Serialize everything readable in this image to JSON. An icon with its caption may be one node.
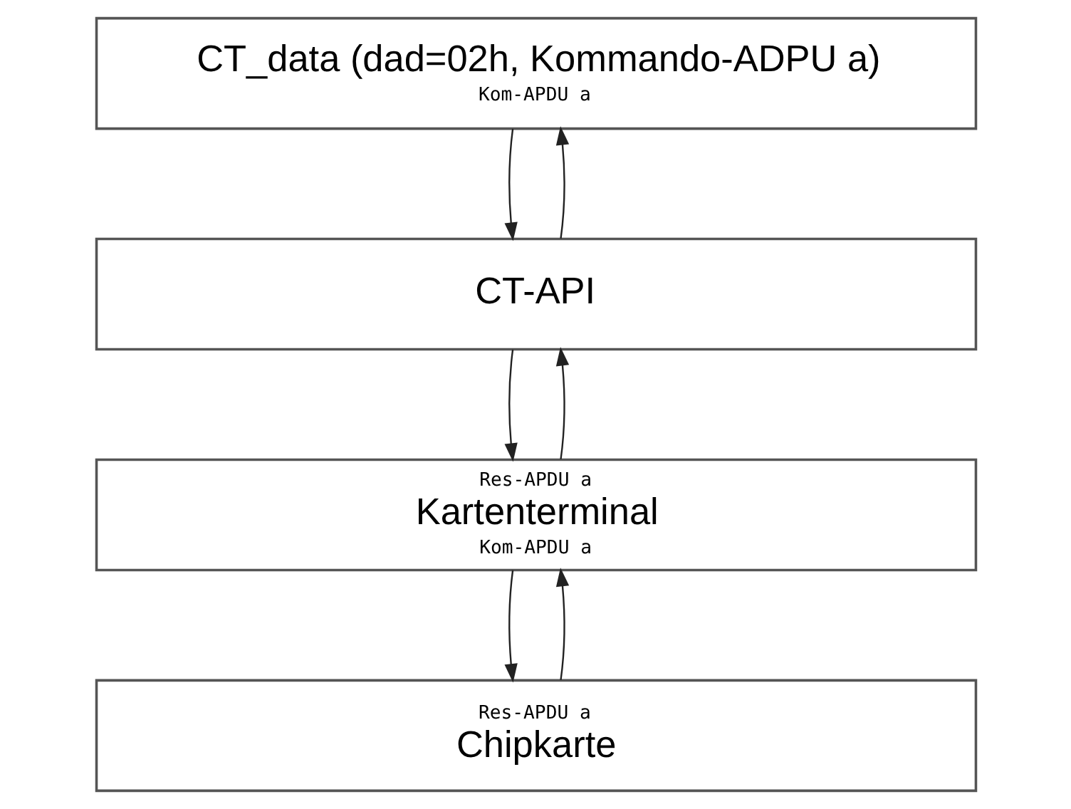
{
  "diagram": {
    "nodes": [
      {
        "text": [
          "CT_data (dad=02h, Kommando-ADPU a)",
          "Kom-APDU a"
        ]
      },
      {
        "text": [
          "CT-API"
        ]
      },
      {
        "text": [
          "Res-APDU a",
          "Kartenterminal",
          "Kom-APDU a"
        ]
      },
      {
        "text": [
          "Res-APDU a",
          "Chipkarte"
        ]
      }
    ],
    "edges": [
      {
        "from": 0,
        "to": 1,
        "arrow": "to"
      },
      {
        "from": 1,
        "to": 0,
        "arrow": "to"
      },
      {
        "from": 1,
        "to": 2,
        "arrow": "to"
      },
      {
        "from": 2,
        "to": 1,
        "arrow": "to"
      },
      {
        "from": 2,
        "to": 3,
        "arrow": "to"
      },
      {
        "from": 3,
        "to": 2,
        "arrow": "to"
      }
    ]
  }
}
